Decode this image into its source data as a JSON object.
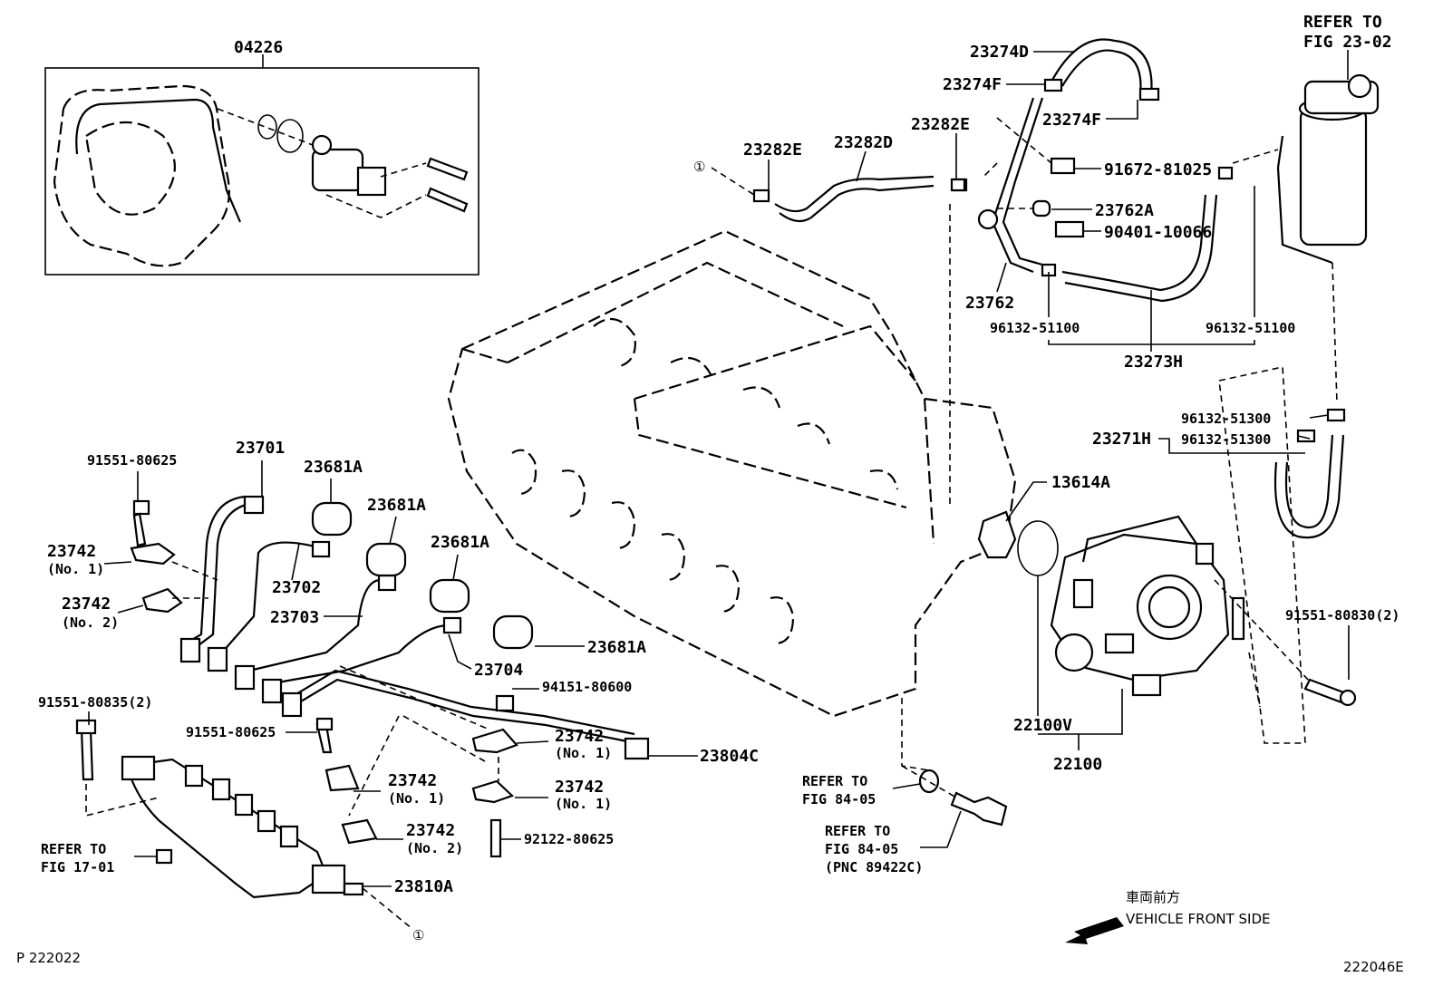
{
  "diagram": {
    "page_code": "P  222022",
    "figure_code": "222046E",
    "direction": {
      "jp": "車両前方",
      "en": "VEHICLE FRONT SIDE"
    },
    "circle_marker": "①",
    "labels": {
      "l04226": "04226",
      "l23274D": "23274D",
      "l23274F_a": "23274F",
      "l23274F_b": "23274F",
      "l23282E_a": "23282E",
      "l23282D": "23282D",
      "l23282E_b": "23282E",
      "l91672": "91672-81025",
      "l23762A": "23762A",
      "l90401": "90401-10066",
      "l23762": "23762",
      "l96132_a": "96132-51100",
      "l96132_b": "96132-51100",
      "l23273H": "23273H",
      "l96132_c": "96132-51300",
      "l96132_d": "96132-51300",
      "l23271H": "23271H",
      "l13614A": "13614A",
      "l91551_80830": "91551-80830(2)",
      "l22100V": "22100V",
      "l22100": "22100",
      "l23701": "23701",
      "l23681A_1": "23681A",
      "l23681A_2": "23681A",
      "l23681A_3": "23681A",
      "l23681A_4": "23681A",
      "l91551_80625_a": "91551-80625",
      "l23742_n1_a": "23742",
      "l23742_n1_a_sub": "(No. 1)",
      "l23742_n2_a": "23742",
      "l23742_n2_a_sub": "(No. 2)",
      "l23702": "23702",
      "l23703": "23703",
      "l23704": "23704",
      "l94151": "94151-80600",
      "l91551_80835": "91551-80835(2)",
      "l91551_80625_b": "91551-80625",
      "l23742_n1_b": "23742",
      "l23742_n1_b_sub": "(No. 1)",
      "l23804C": "23804C",
      "l23742_n1_c": "23742",
      "l23742_n1_c_sub": "(No. 1)",
      "l23742_n1_d": "23742",
      "l23742_n1_d_sub": "(No. 1)",
      "l23742_n2_b": "23742",
      "l23742_n2_b_sub": "(No. 2)",
      "l92122": "92122-80625",
      "l23810A": "23810A",
      "refer_23_02_a": "REFER TO",
      "refer_23_02_b": "FIG 23-02",
      "refer_17_01_a": "REFER TO",
      "refer_17_01_b": "FIG 17-01",
      "refer_84_05_a": "REFER TO",
      "refer_84_05_b": "FIG 84-05",
      "refer_84_05c_a": "REFER TO",
      "refer_84_05c_b": "FIG 84-05",
      "refer_84_05c_c": "(PNC 89422C)"
    }
  }
}
